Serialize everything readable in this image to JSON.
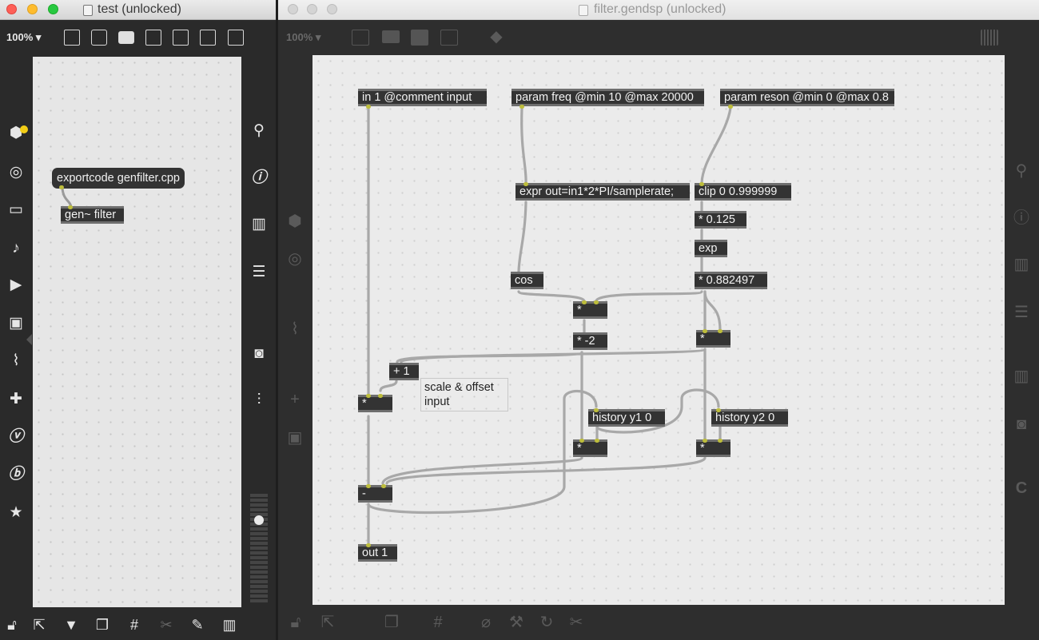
{
  "left_window": {
    "title": "test (unlocked)",
    "zoom": "100% ▾",
    "objects": {
      "msg_export": "exportcode genfilter.cpp",
      "gen_filter": "gen~ filter"
    }
  },
  "right_window": {
    "title": "filter.gendsp (unlocked)",
    "zoom": "100% ▾",
    "objects": {
      "in1": "in 1 @comment input",
      "param_freq": "param freq @min 10 @max 20000",
      "param_reson": "param reson @min 0 @max 0.8",
      "expr": "expr out=in1*2*PI/samplerate;",
      "clip": "clip 0 0.999999",
      "mul_0125": "* 0.125",
      "exp": "exp",
      "cos": "cos",
      "mul_0882": "* 0.882497",
      "mul_a": "*",
      "mul_neg2": "* -2",
      "mul_b": "*",
      "plus1": "+ 1",
      "mul_c": "*",
      "history_y1": "history y1 0",
      "history_y2": "history y2 0",
      "mul_d": "*",
      "mul_e": "*",
      "minus": "-",
      "out1": "out 1"
    },
    "comment": "scale & offset\ninput"
  },
  "colors": {
    "canvas": "#ebebeb",
    "object_bg": "#333333",
    "object_border": "#6e6e6e",
    "port": "#bdbd3c",
    "chrome_dark": "#2a2a2a",
    "close_red": "#fe5f57",
    "minimize_yellow": "#febc2e",
    "zoom_green": "#28c840"
  }
}
